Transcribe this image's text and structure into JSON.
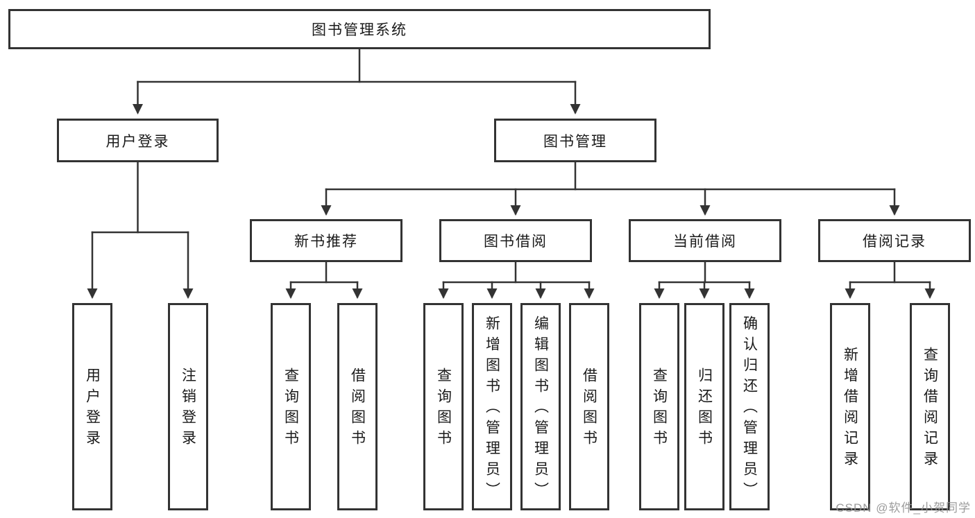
{
  "diagram": {
    "root": {
      "label": "图书管理系统"
    },
    "branches": [
      {
        "label": "用户登录",
        "children": [
          {
            "label": "用户登录"
          },
          {
            "label": "注销登录"
          }
        ]
      },
      {
        "label": "图书管理",
        "children": [
          {
            "label": "新书推荐",
            "children": [
              {
                "label": "查询图书"
              },
              {
                "label": "借阅图书"
              }
            ]
          },
          {
            "label": "图书借阅",
            "children": [
              {
                "label": "查询图书"
              },
              {
                "label": "新增图书（管理员）"
              },
              {
                "label": "编辑图书（管理员）"
              },
              {
                "label": "借阅图书"
              }
            ]
          },
          {
            "label": "当前借阅",
            "children": [
              {
                "label": "查询图书"
              },
              {
                "label": "归还图书"
              },
              {
                "label": "确认归还（管理员）"
              }
            ]
          },
          {
            "label": "借阅记录",
            "children": [
              {
                "label": "新增借阅记录"
              },
              {
                "label": "查询借阅记录"
              }
            ]
          }
        ]
      }
    ]
  },
  "watermark": {
    "text": "CSDN @软件_小贺同学"
  },
  "colors": {
    "line": "#333333",
    "box_border": "#333333",
    "text": "#1a1a1a",
    "watermark": "#949494",
    "background": "#ffffff"
  }
}
